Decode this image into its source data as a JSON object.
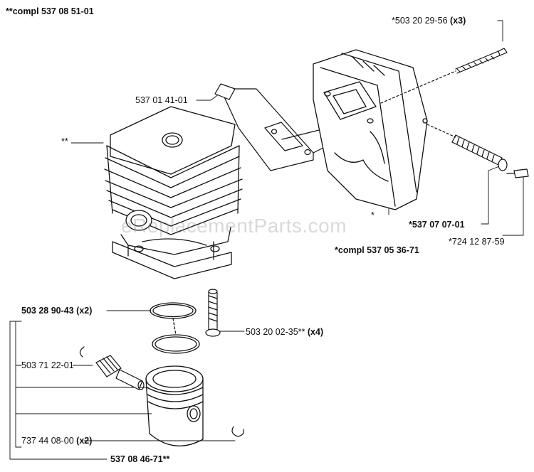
{
  "watermark": "eReplacementParts.com",
  "labels": {
    "compl_537_08_51_01": "**compl 537 08 51-01",
    "p503_20_29_56": "*503 20 29-56",
    "p503_20_29_56_qty": "(x3)",
    "p537_01_41_01": "537 01 41-01",
    "stars": "**",
    "star": "*",
    "p537_07_07_01": "*537 07 07-01",
    "p724_12_87_59": "*724 12 87-59",
    "compl_537_05_36_71": "*compl 537 05 36-71",
    "p503_28_90_43": "503 28 90-43",
    "p503_28_90_43_qty": "(x2)",
    "p503_20_02_35": "503 20 02-35**",
    "p503_20_02_35_qty": "(x4)",
    "p503_71_22_01": "503 71 22-01",
    "p737_44_08_00": "737 44 08-00",
    "p737_44_08_00_qty": "(x2)",
    "p537_08_46_71": "537 08 46-71**"
  }
}
